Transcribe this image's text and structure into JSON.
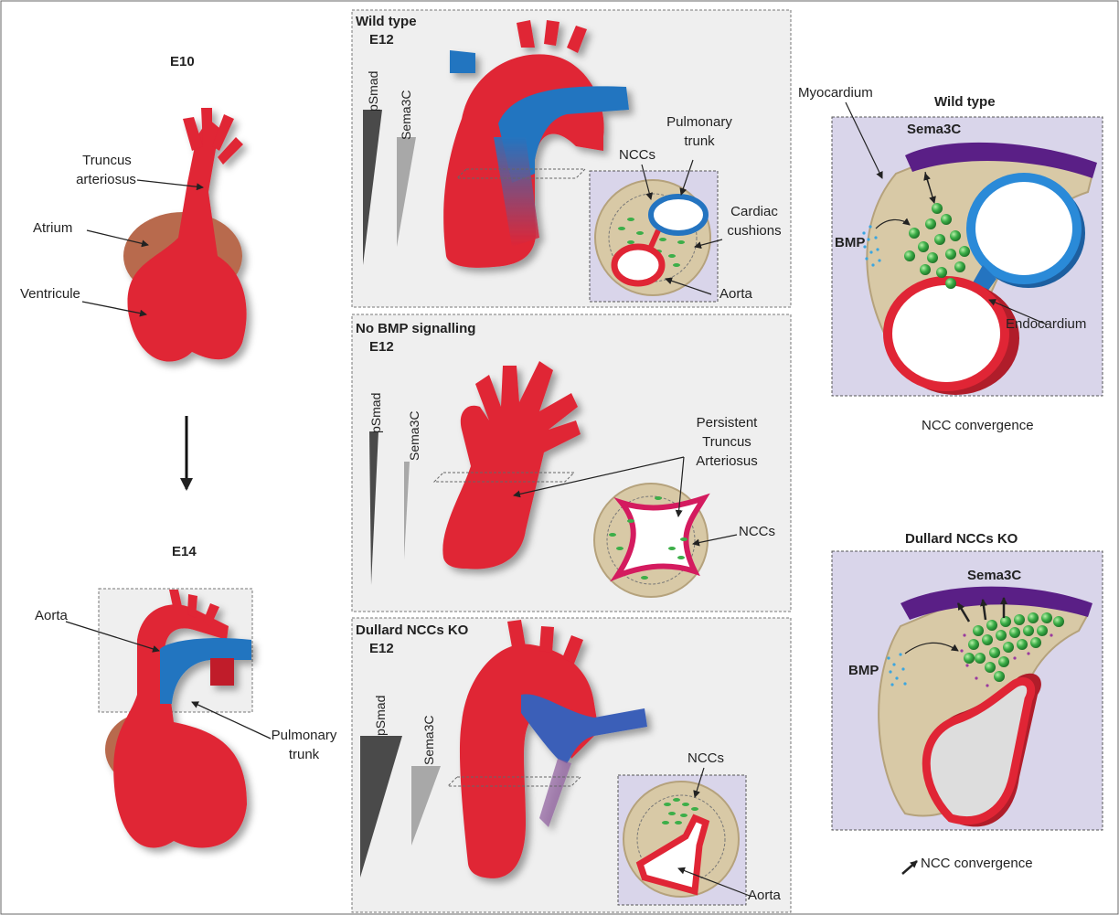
{
  "left": {
    "e10": "E10",
    "truncus_l1": "Truncus",
    "truncus_l2": "arteriosus",
    "atrium": "Atrium",
    "ventricule": "Ventricule",
    "e14": "E14",
    "aorta": "Aorta",
    "pulmonary_l1": "Pulmonary",
    "pulmonary_l2": "trunk"
  },
  "wild": {
    "title": "Wild type",
    "stage": "E12",
    "psmad": "pSmad",
    "sema3c": "Sema3C",
    "pulm_l1": "Pulmonary",
    "pulm_l2": "trunk",
    "nccs": "NCCs",
    "cush_l1": "Cardiac",
    "cush_l2": "cushions",
    "aorta": "Aorta"
  },
  "nobmp": {
    "title": "No BMP signalling",
    "stage": "E12",
    "psmad": "pSmad",
    "sema3c": "Sema3C",
    "pta_l1": "Persistent",
    "pta_l2": "Truncus",
    "pta_l3": "Arteriosus",
    "nccs": "NCCs"
  },
  "dullard": {
    "title": "Dullard NCCs KO",
    "stage": "E12",
    "psmad": "pSmad",
    "sema3c": "Sema3C",
    "nccs": "NCCs",
    "aorta": "Aorta"
  },
  "right_wt": {
    "myocardium": "Myocardium",
    "title": "Wild type",
    "sema3c": "Sema3C",
    "bmp": "BMP",
    "endocardium": "Endocardium",
    "caption": "NCC convergence"
  },
  "right_ko": {
    "title": "Dullard NCCs KO",
    "sema3c": "Sema3C",
    "bmp": "BMP",
    "caption": "NCC convergence"
  },
  "colors": {
    "heart_red": "#e02535",
    "pulmonary_blue": "#2474c0",
    "tissue_beige": "#d8c9a6",
    "panel_lavender": "#d9d5ea",
    "ncc_green": "#3cae48",
    "sema_purple": "#5a1f86"
  }
}
